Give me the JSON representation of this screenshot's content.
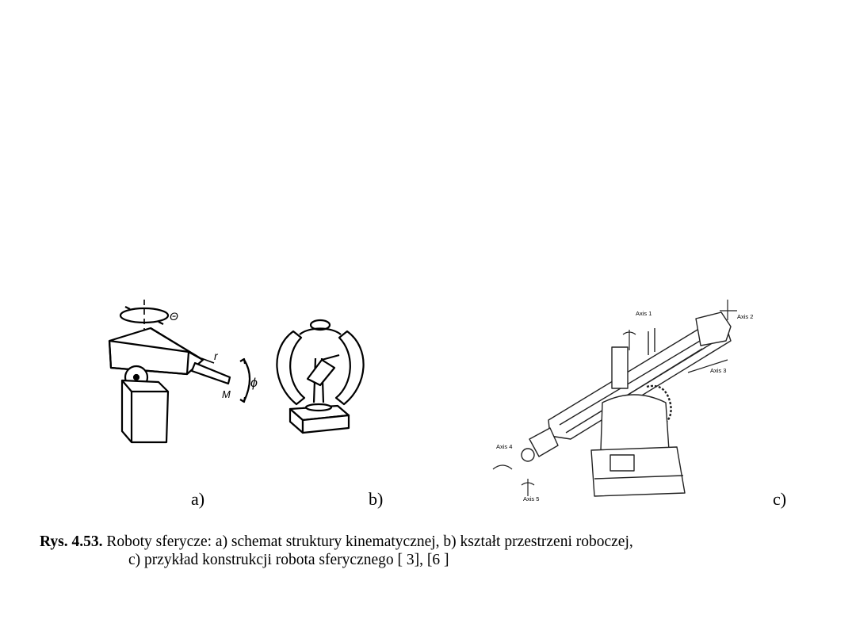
{
  "figure_a": {
    "label": "a)",
    "symbols": {
      "theta": "Θ",
      "r": "r",
      "phi": "ϕ",
      "m": "M"
    }
  },
  "figure_b": {
    "label": "b)"
  },
  "figure_c": {
    "label": "c)",
    "axes": [
      "Axis 1",
      "Axis 2",
      "Axis 3",
      "Axis 4",
      "Axis 5"
    ]
  },
  "caption": {
    "number": "Rys. 4.53.",
    "line1": "Roboty sferycze: a) schemat struktury kinematycznej, b) kształt przestrzeni roboczej,",
    "line2": "c) przykład konstrukcji robota sferycznego  [ 3], [6 ]"
  }
}
